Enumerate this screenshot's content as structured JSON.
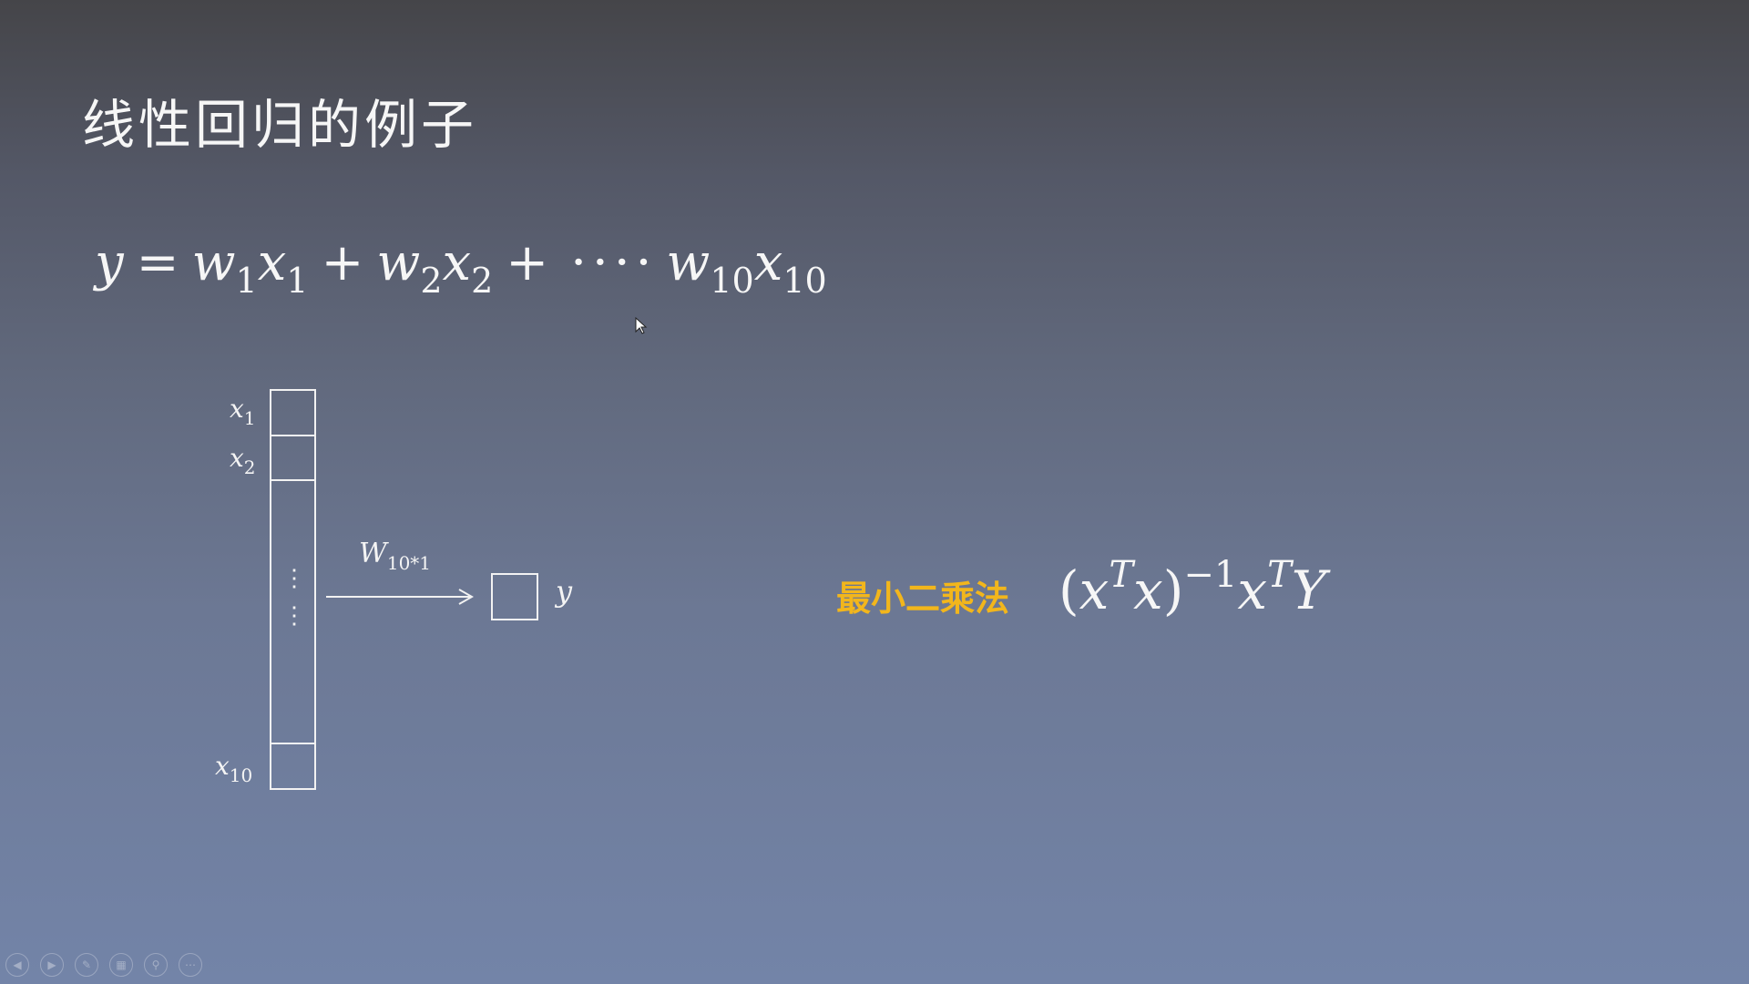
{
  "slide": {
    "title": "线性回归的例子",
    "equation": {
      "lhs": "y",
      "equals": "=",
      "terms": [
        {
          "coef": "w",
          "coef_sub": "1",
          "var": "x",
          "var_sub": "1"
        },
        {
          "coef": "w",
          "coef_sub": "2",
          "var": "x",
          "var_sub": "2"
        }
      ],
      "plus": "+",
      "dots": "····",
      "last_term": {
        "coef": "w",
        "coef_sub": "10",
        "var": "x",
        "var_sub": "10"
      }
    },
    "diagram": {
      "vector_labels": [
        {
          "var": "x",
          "sub": "1"
        },
        {
          "var": "x",
          "sub": "2"
        },
        {
          "var": "x",
          "sub": "10"
        }
      ],
      "vertical_dots": "⋮",
      "weight_label": {
        "var": "W",
        "sub": "10*1"
      },
      "output_label": "y"
    },
    "least_squares": {
      "label": "最小二乘法",
      "formula": {
        "open_paren": "(",
        "x1": "x",
        "t1": "T",
        "x2": "x",
        "close_paren": ")",
        "inv": "−1",
        "x3": "x",
        "t2": "T",
        "Y": "Y"
      }
    }
  },
  "toolbar": {
    "buttons": [
      {
        "name": "previous",
        "icon": "previous-icon",
        "glyph": "◀"
      },
      {
        "name": "next",
        "icon": "next-icon",
        "glyph": "▶"
      },
      {
        "name": "pen",
        "icon": "pen-icon",
        "glyph": "✎"
      },
      {
        "name": "slides",
        "icon": "slides-grid-icon",
        "glyph": "▦"
      },
      {
        "name": "zoom",
        "icon": "zoom-icon",
        "glyph": "⚲"
      },
      {
        "name": "more",
        "icon": "more-icon",
        "glyph": "⋯"
      }
    ]
  },
  "colors": {
    "accent": "#f2b61c",
    "text": "#f6f6f6"
  }
}
